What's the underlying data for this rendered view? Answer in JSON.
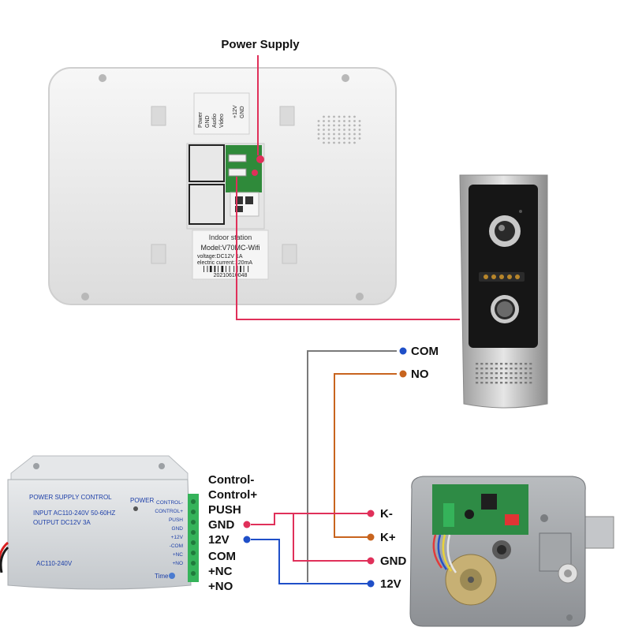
{
  "title": "Power  Supply",
  "colors": {
    "red": "#e0305a",
    "blue": "#1f4fc8",
    "orange": "#c8641e",
    "gray": "#7a7a7a",
    "device_white": "#ececec",
    "psu_body": "#d7dadd",
    "psu_text": "#1d3fa8",
    "terminal_green": "#35b35a"
  },
  "indoor_station": {
    "sticker_title": "Indoor station",
    "model": "Model:V70MC-Wifi",
    "voltage_line": "voltage:DC12V   1A",
    "current_line": "electric current:120mA",
    "serial": "20210610048",
    "port_labels": [
      "Power",
      "GND",
      "Audio",
      "Video",
      "+12V",
      "GND"
    ]
  },
  "psu": {
    "title": "POWER SUPPLY CONTROL",
    "input": "INPUT  AC110-240V 50-60HZ",
    "output": "OUTPUT  DC12V  3A",
    "power_label": "POWER",
    "ac_label": "AC110-240V",
    "time_label": "Time",
    "terminals": [
      "CONTROL-",
      "CONTROL+",
      "PUSH",
      "GND",
      "+12V",
      "-COM",
      "+NC",
      "+NO"
    ]
  },
  "psu_labels": [
    "Control-",
    "Control+",
    "PUSH",
    "GND",
    "12V",
    "COM",
    "+NC",
    "+NO"
  ],
  "camera_labels": {
    "com": "COM",
    "no": "NO"
  },
  "lock_labels": {
    "k_minus": "K-",
    "k_plus": "K+",
    "gnd": "GND",
    "v12": "12V"
  }
}
